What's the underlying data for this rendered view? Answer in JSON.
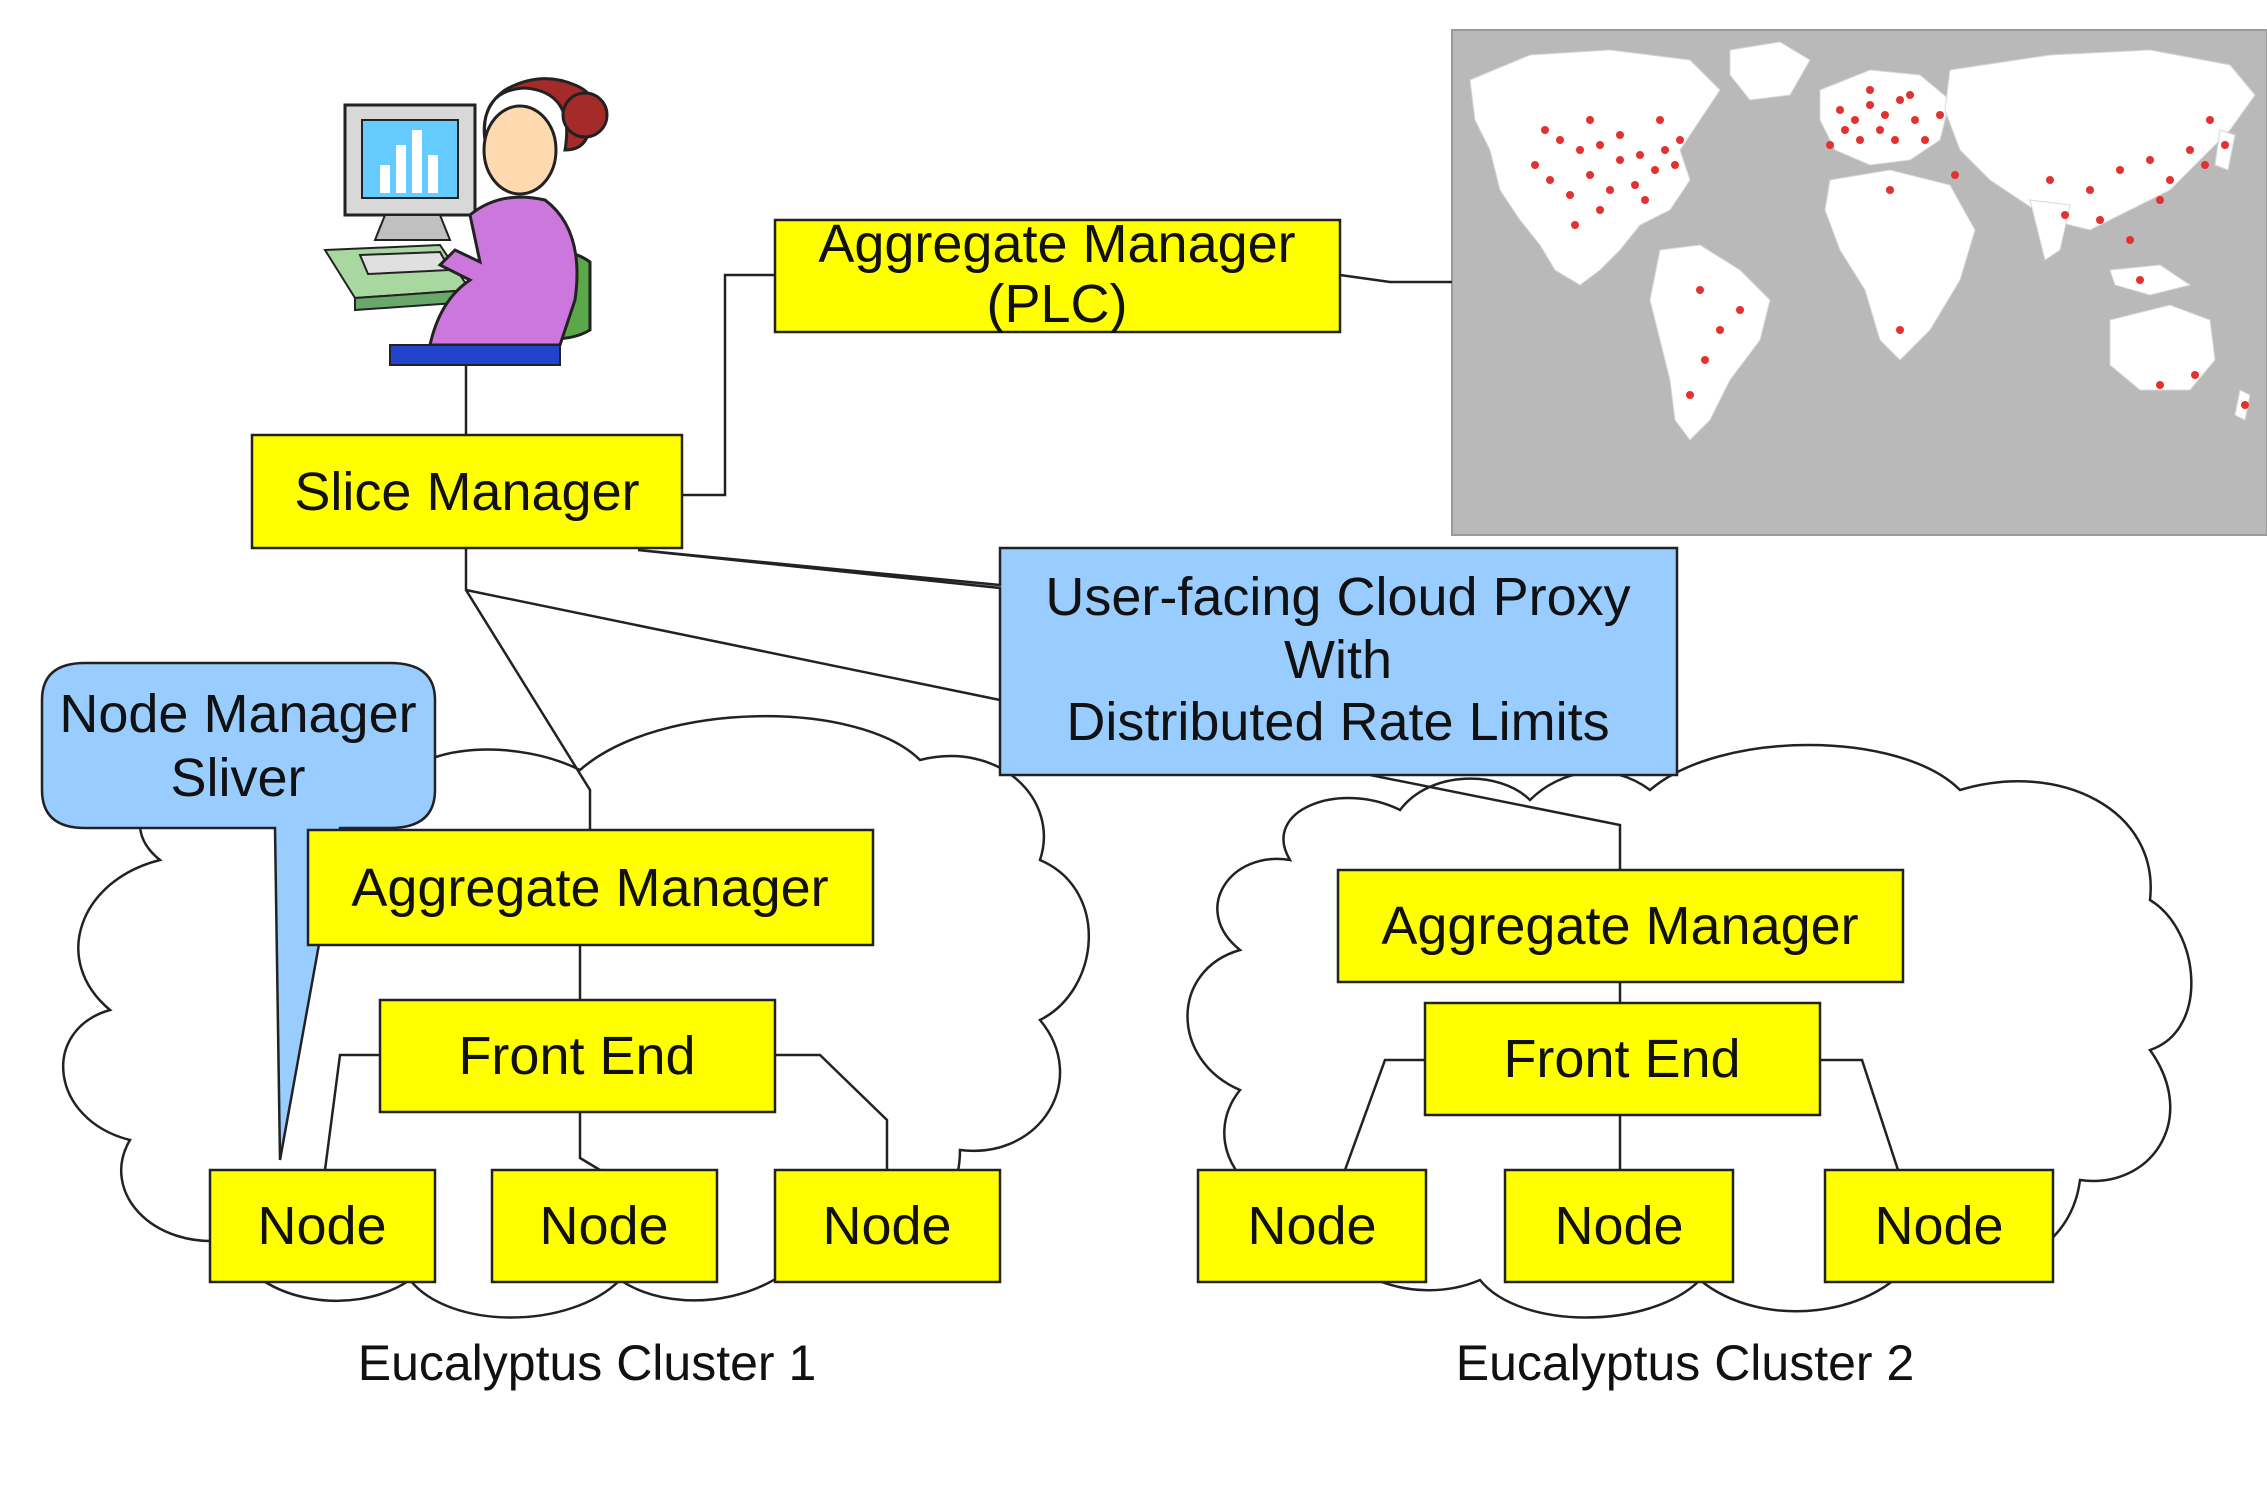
{
  "aggregate_manager_plc": {
    "line1": "Aggregate Manager",
    "line2": "(PLC)"
  },
  "slice_manager": "Slice Manager",
  "proxy": {
    "line1": "User-facing  Cloud Proxy",
    "line2": "With",
    "line3": "Distributed Rate Limits"
  },
  "node_manager_sliver": {
    "line1": "Node Manager",
    "line2": "Sliver"
  },
  "cluster1": {
    "aggregate_manager": "Aggregate Manager",
    "front_end": "Front End",
    "nodes": [
      "Node",
      "Node",
      "Node"
    ],
    "caption": "Eucalyptus Cluster 1"
  },
  "cluster2": {
    "aggregate_manager": "Aggregate Manager",
    "front_end": "Front End",
    "nodes": [
      "Node",
      "Node",
      "Node"
    ],
    "caption": "Eucalyptus Cluster 2"
  },
  "colors": {
    "box_fill": "#ffff00",
    "callout_fill": "#99ccff",
    "map_ocean": "#b9b9b9",
    "map_land": "#ffffff",
    "map_site_dots": "#e53030"
  },
  "icons": {
    "user": "user-at-computer-icon",
    "map": "world-map-icon"
  }
}
